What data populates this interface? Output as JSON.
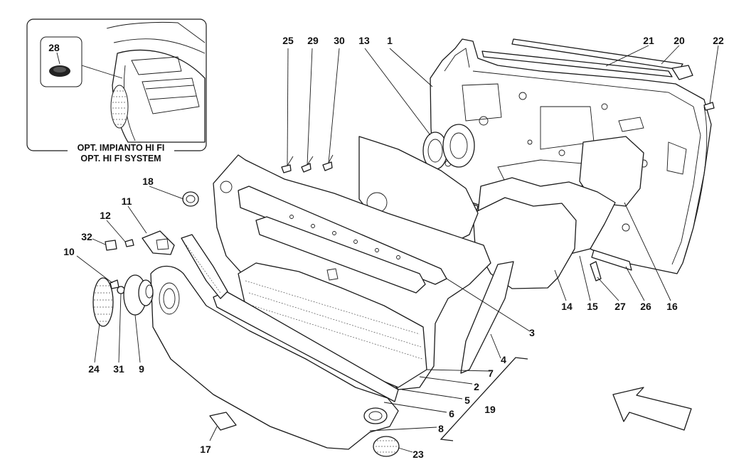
{
  "inset": {
    "callout": "28",
    "title_line1": "OPT. IMPIANTO HI FI",
    "title_line2": "OPT. HI FI SYSTEM"
  },
  "callouts": [
    {
      "id": "c1",
      "text": "1"
    },
    {
      "id": "c2",
      "text": "2"
    },
    {
      "id": "c3",
      "text": "3"
    },
    {
      "id": "c4",
      "text": "4"
    },
    {
      "id": "c5",
      "text": "5"
    },
    {
      "id": "c6",
      "text": "6"
    },
    {
      "id": "c7",
      "text": "7"
    },
    {
      "id": "c8",
      "text": "8"
    },
    {
      "id": "c9",
      "text": "9"
    },
    {
      "id": "c10",
      "text": "10"
    },
    {
      "id": "c11",
      "text": "11"
    },
    {
      "id": "c12",
      "text": "12"
    },
    {
      "id": "c13",
      "text": "13"
    },
    {
      "id": "c14",
      "text": "14"
    },
    {
      "id": "c15",
      "text": "15"
    },
    {
      "id": "c16",
      "text": "16"
    },
    {
      "id": "c17",
      "text": "17"
    },
    {
      "id": "c18",
      "text": "18"
    },
    {
      "id": "c19",
      "text": "19"
    },
    {
      "id": "c20",
      "text": "20"
    },
    {
      "id": "c21",
      "text": "21"
    },
    {
      "id": "c22",
      "text": "22"
    },
    {
      "id": "c23",
      "text": "23"
    },
    {
      "id": "c24",
      "text": "24"
    },
    {
      "id": "c25",
      "text": "25"
    },
    {
      "id": "c26",
      "text": "26"
    },
    {
      "id": "c27",
      "text": "27"
    },
    {
      "id": "c29",
      "text": "29"
    },
    {
      "id": "c30",
      "text": "30"
    },
    {
      "id": "c31",
      "text": "31"
    },
    {
      "id": "c32",
      "text": "32"
    }
  ],
  "colors": {
    "line": "#1a1a1a",
    "background": "#ffffff"
  }
}
